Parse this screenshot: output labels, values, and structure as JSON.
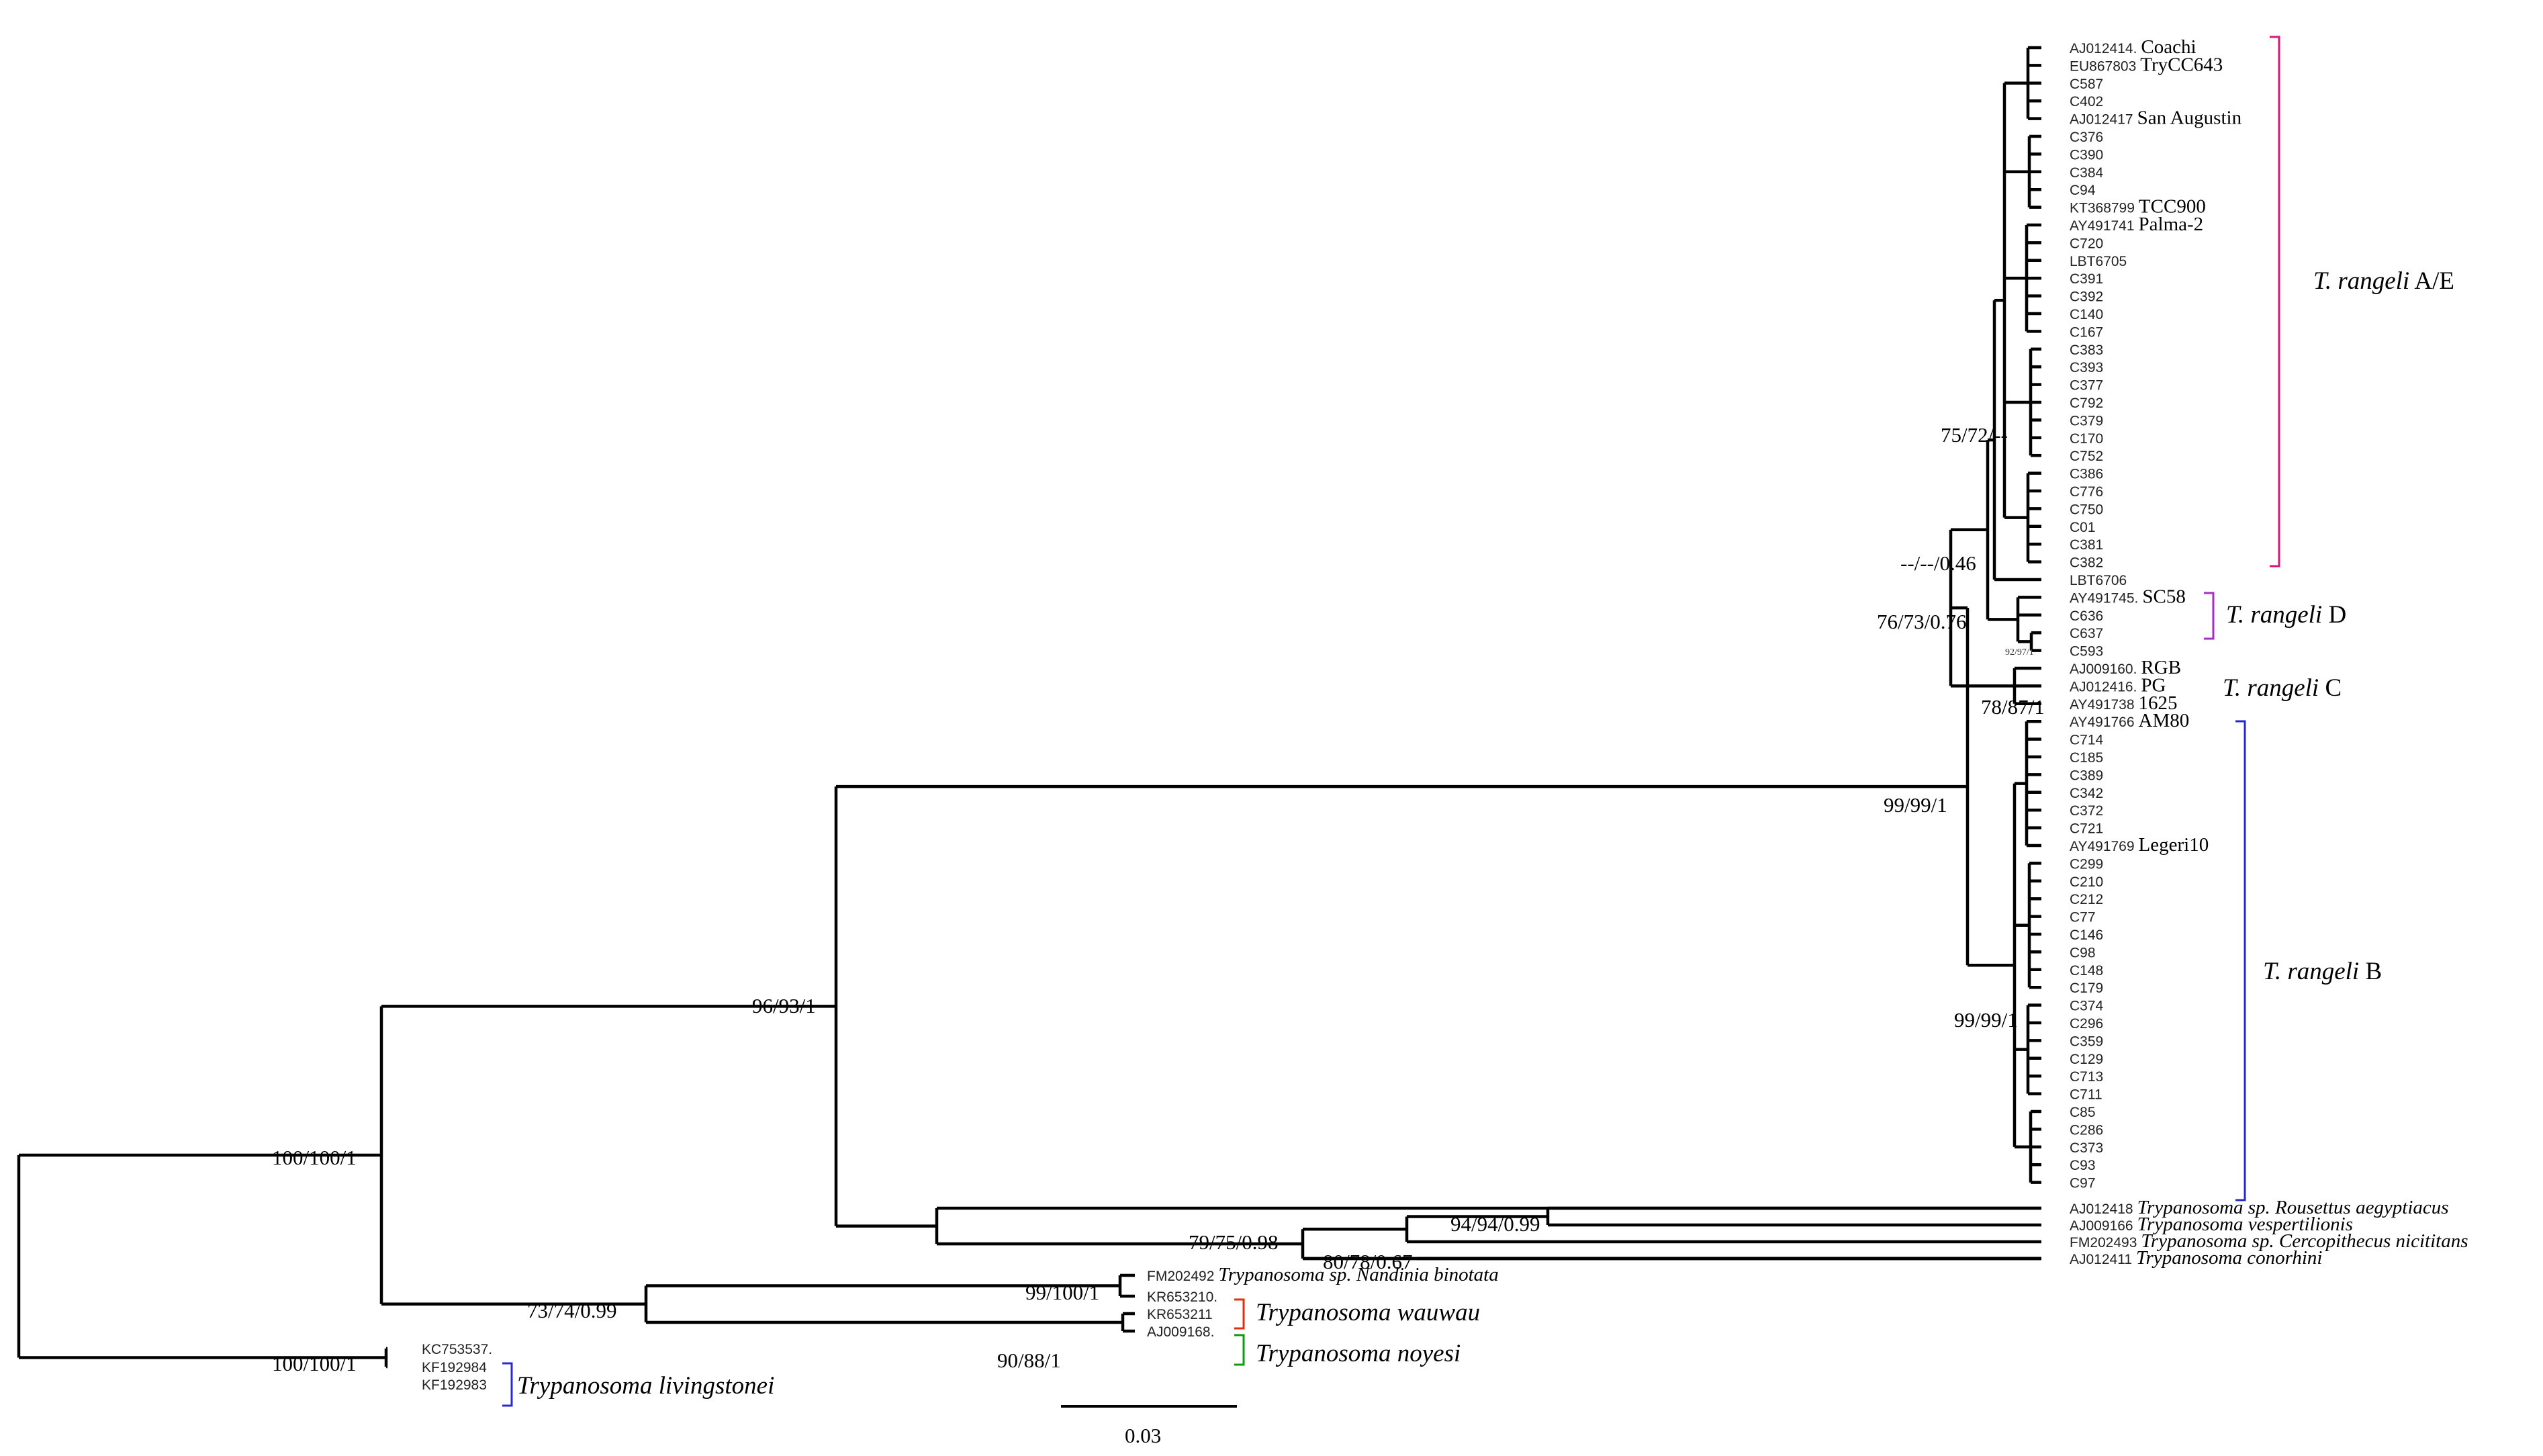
{
  "figure": {
    "scale_bar_label": "0.03",
    "clade_labels": [
      {
        "id": "AE",
        "prefix": "T. rangeli",
        "suffix": " A/E",
        "color": "#e2127a"
      },
      {
        "id": "D",
        "prefix": "T. rangeli",
        "suffix": " D",
        "color": "#a42fc4"
      },
      {
        "id": "C",
        "prefix": "T. rangeli",
        "suffix": " C",
        "color": null
      },
      {
        "id": "B",
        "prefix": "T. rangeli",
        "suffix": " B",
        "color": "#2727d0"
      },
      {
        "id": "wauwau",
        "name": "Trypanosoma wauwau",
        "color": "#e03010"
      },
      {
        "id": "noyesi",
        "name": "Trypanosoma noyesi",
        "color": "#119a11"
      },
      {
        "id": "livingstonei",
        "name": "Trypanosoma livingstonei",
        "color": "#2a2ad0"
      }
    ],
    "support_values": [
      "100/100/1",
      "96/93/1",
      "99/99/1",
      "76/73/0.76",
      "--/--/0.46",
      "75/72/--",
      "92/97/1",
      "78/87/1",
      "99/99/1",
      "79/75/0.98",
      "94/94/0.99",
      "80/78/0.67",
      "73/74/0.99",
      "99/100/1",
      "90/88/1",
      "100/100/1"
    ],
    "leaves": [
      {
        "acc": "AJ012414.",
        "strain": "Coachi"
      },
      {
        "acc": "EU867803",
        "strain": "TryCC643"
      },
      {
        "acc": "C587",
        "strain": ""
      },
      {
        "acc": "C402",
        "strain": ""
      },
      {
        "acc": "AJ012417",
        "strain": "San Augustin"
      },
      {
        "acc": "C376",
        "strain": ""
      },
      {
        "acc": "C390",
        "strain": ""
      },
      {
        "acc": "C384",
        "strain": ""
      },
      {
        "acc": "C94",
        "strain": ""
      },
      {
        "acc": "KT368799",
        "strain": "TCC900"
      },
      {
        "acc": "AY491741",
        "strain": "Palma-2"
      },
      {
        "acc": "C720",
        "strain": ""
      },
      {
        "acc": "LBT6705",
        "strain": ""
      },
      {
        "acc": "C391",
        "strain": ""
      },
      {
        "acc": "C392",
        "strain": ""
      },
      {
        "acc": "C140",
        "strain": ""
      },
      {
        "acc": "C167",
        "strain": ""
      },
      {
        "acc": "C383",
        "strain": ""
      },
      {
        "acc": "C393",
        "strain": ""
      },
      {
        "acc": "C377",
        "strain": ""
      },
      {
        "acc": "C792",
        "strain": ""
      },
      {
        "acc": "C379",
        "strain": ""
      },
      {
        "acc": "C170",
        "strain": ""
      },
      {
        "acc": "C752",
        "strain": ""
      },
      {
        "acc": "C386",
        "strain": ""
      },
      {
        "acc": "C776",
        "strain": ""
      },
      {
        "acc": "C750",
        "strain": ""
      },
      {
        "acc": "C01",
        "strain": ""
      },
      {
        "acc": "C381",
        "strain": ""
      },
      {
        "acc": "C382",
        "strain": ""
      },
      {
        "acc": "LBT6706",
        "strain": ""
      },
      {
        "acc": "AY491745.",
        "strain": "SC58"
      },
      {
        "acc": "C636",
        "strain": ""
      },
      {
        "acc": "C637",
        "strain": ""
      },
      {
        "acc": "C593",
        "strain": ""
      },
      {
        "acc": "AJ009160.",
        "strain": "RGB"
      },
      {
        "acc": "AJ012416.",
        "strain": "PG"
      },
      {
        "acc": "AY491738",
        "strain": "1625"
      },
      {
        "acc": "AY491766",
        "strain": "AM80"
      },
      {
        "acc": "C714",
        "strain": ""
      },
      {
        "acc": "C185",
        "strain": ""
      },
      {
        "acc": "C389",
        "strain": ""
      },
      {
        "acc": "C342",
        "strain": ""
      },
      {
        "acc": "C372",
        "strain": ""
      },
      {
        "acc": "C721",
        "strain": ""
      },
      {
        "acc": "AY491769",
        "strain": "Legeri10"
      },
      {
        "acc": "C299",
        "strain": ""
      },
      {
        "acc": "C210",
        "strain": ""
      },
      {
        "acc": "C212",
        "strain": ""
      },
      {
        "acc": "C77",
        "strain": ""
      },
      {
        "acc": "C146",
        "strain": ""
      },
      {
        "acc": "C98",
        "strain": ""
      },
      {
        "acc": "C148",
        "strain": ""
      },
      {
        "acc": "C179",
        "strain": ""
      },
      {
        "acc": "C374",
        "strain": ""
      },
      {
        "acc": "C296",
        "strain": ""
      },
      {
        "acc": "C359",
        "strain": ""
      },
      {
        "acc": "C129",
        "strain": ""
      },
      {
        "acc": "C713",
        "strain": ""
      },
      {
        "acc": "C711",
        "strain": ""
      },
      {
        "acc": "C85",
        "strain": ""
      },
      {
        "acc": "C286",
        "strain": ""
      },
      {
        "acc": "C373",
        "strain": ""
      },
      {
        "acc": "C93",
        "strain": ""
      },
      {
        "acc": "C97",
        "strain": ""
      },
      {
        "acc": "AJ012418",
        "strain": "Trypanosoma sp. Rousettus aegyptiacus",
        "italic": true
      },
      {
        "acc": "AJ009166",
        "strain": "Trypanosoma vespertilionis",
        "italic": true
      },
      {
        "acc": "FM202493",
        "strain": "Trypanosoma sp. Cercopithecus nicititans",
        "italic": true
      },
      {
        "acc": "AJ012411",
        "strain": "Trypanosoma conorhini",
        "italic": true
      },
      {
        "acc": "FM202492",
        "strain": "Trypanosoma sp. Nandinia binotata",
        "italic": true
      },
      {
        "acc": "KR653210.",
        "strain": ""
      },
      {
        "acc": "KR653211",
        "strain": ""
      },
      {
        "acc": "AJ009168.",
        "strain": ""
      },
      {
        "acc": "KC753537.",
        "strain": ""
      },
      {
        "acc": "KF192984",
        "strain": ""
      },
      {
        "acc": "KF192983",
        "strain": ""
      }
    ]
  }
}
